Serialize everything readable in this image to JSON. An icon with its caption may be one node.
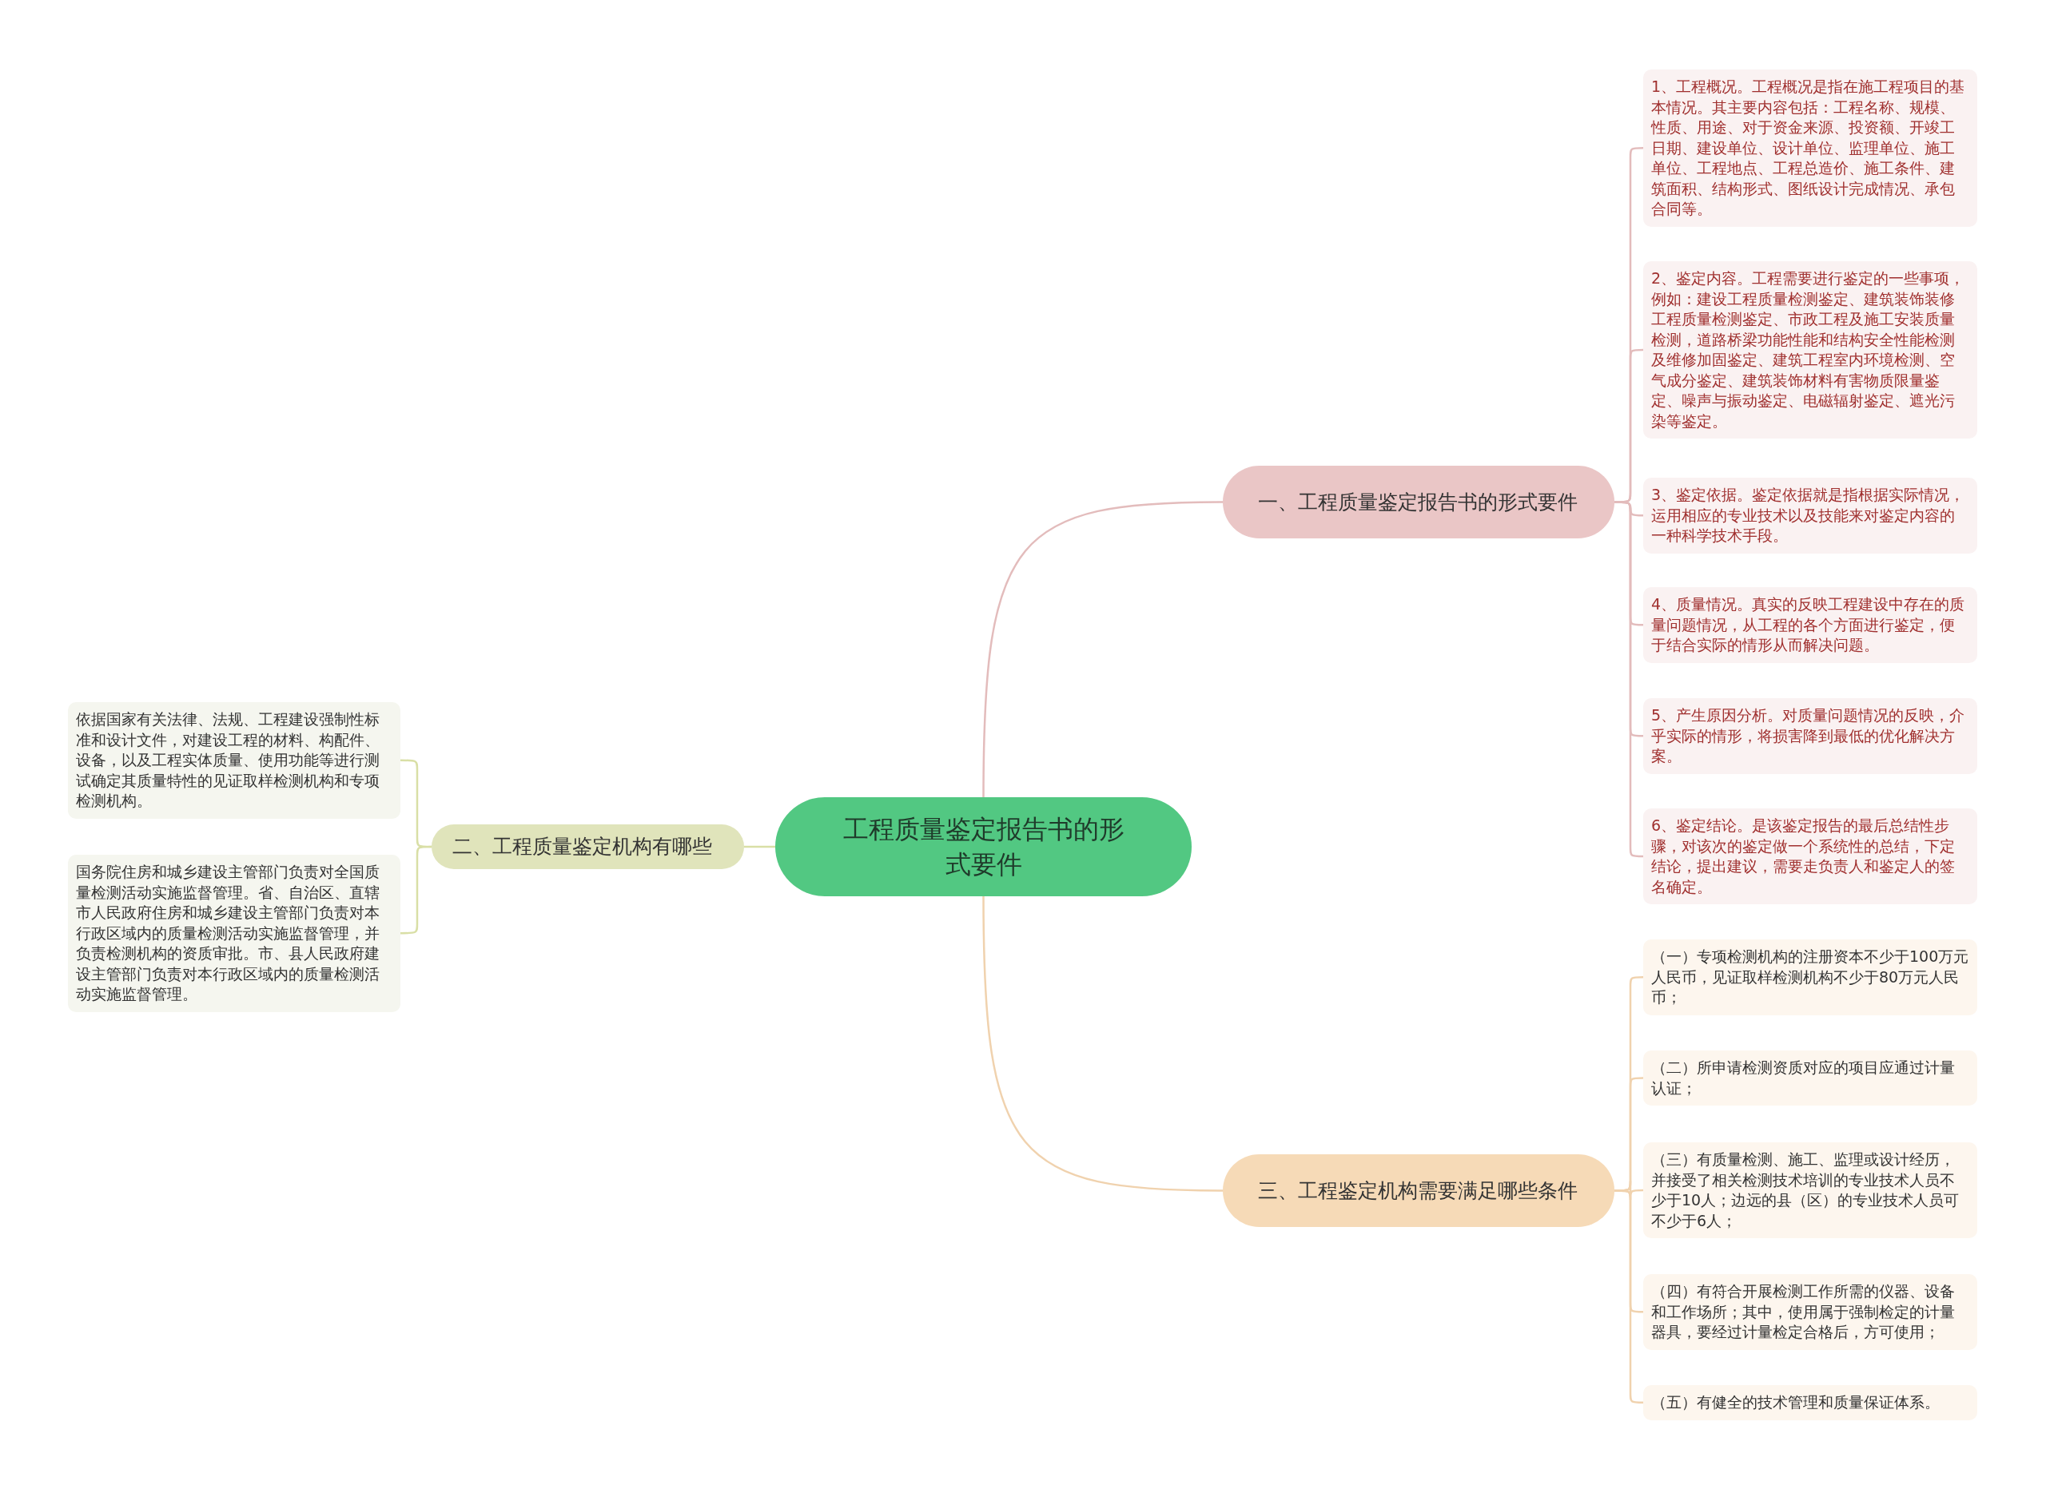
{
  "diagram": {
    "nodes": [
      {
        "text": [
          "工程质量鉴定报告书的形式要件"
        ]
      },
      {
        "text": [
          "一、工程质量鉴定报告书的形式要件"
        ]
      },
      {
        "text": [
          "1、工程概况。工程概况是指在施工程项目的基本情况。其主要内容包括：工程名称、规模、性质、用途、对于资金来源、投资额、开竣工日期、建设单位、设计单位、监理单位、施工单位、工程地点、工程总造价、施工条件、建筑面积、结构形式、图纸设计完成情况、承包合同等。"
        ]
      },
      {
        "text": [
          "2、鉴定内容。工程需要进行鉴定的一些事项，例如：建设工程质量检测鉴定、建筑装饰装修工程质量检测鉴定、市政工程及施工安装质量检测，道路桥梁功能性能和结构安全性能检测及维修加固鉴定、建筑工程室内环境检测、空气成分鉴定、建筑装饰材料有害物质限量鉴定、噪声与振动鉴定、电磁辐射鉴定、遮光污染等鉴定。"
        ]
      },
      {
        "text": [
          "3、鉴定依据。鉴定依据就是指根据实际情况，运用相应的专业技术以及技能来对鉴定内容的一种科学技术手段。"
        ]
      },
      {
        "text": [
          "4、质量情况。真实的反映工程建设中存在的质量问题情况，从工程的各个方面进行鉴定，便于结合实际的情形从而解决问题。"
        ]
      },
      {
        "text": [
          "5、产生原因分析。对质量问题情况的反映，介乎实际的情形，将损害降到最低的优化解决方案。"
        ]
      },
      {
        "text": [
          "6、鉴定结论。是该鉴定报告的最后总结性步骤，对该次的鉴定做一个系统性的总结，下定结论，提出建议，需要走负责人和鉴定人的签名确定。"
        ]
      },
      {
        "text": [
          "二、工程质量鉴定机构有哪些"
        ]
      },
      {
        "text": [
          "依据国家有关法律、法规、工程建设强制性标准和设计文件，对建设工程的材料、构配件、设备，以及工程实体质量、使用功能等进行测试确定其质量特性的见证取样检测机构和专项检测机构。"
        ]
      },
      {
        "text": [
          "国务院住房和城乡建设主管部门负责对全国质量检测活动实施监督管理。省、自治区、直辖市人民政府住房和城乡建设主管部门负责对本行政区域内的质量检测活动实施监督管理，并负责检测机构的资质审批。市、县人民政府建设主管部门负责对本行政区域内的质量检测活动实施监督管理。"
        ]
      },
      {
        "text": [
          "三、工程鉴定机构需要满足哪些条件"
        ]
      },
      {
        "text": [
          "（一）专项检测机构的注册资本不少于100万元人民币，见证取样检测机构不少于80万元人民币；"
        ]
      },
      {
        "text": [
          "（二）所申请检测资质对应的项目应通过计量认证；"
        ]
      },
      {
        "text": [
          "（三）有质量检测、施工、监理或设计经历，并接受了相关检测技术培训的专业技术人员不少于10人；边远的县（区）的专业技术人员可不少于6人；"
        ]
      },
      {
        "text": [
          "（四）有符合开展检测工作所需的仪器、设备和工作场所；其中，使用属于强制检定的计量器具，要经过计量检定合格后，方可使用；"
        ]
      },
      {
        "text": [
          "（五）有健全的技术管理和质量保证体系。"
        ]
      }
    ],
    "edges": [
      {
        "from": 0,
        "to": 1,
        "arrow": "none"
      },
      {
        "from": 1,
        "to": 2,
        "arrow": "none"
      },
      {
        "from": 1,
        "to": 3,
        "arrow": "none"
      },
      {
        "from": 1,
        "to": 4,
        "arrow": "none"
      },
      {
        "from": 1,
        "to": 5,
        "arrow": "none"
      },
      {
        "from": 1,
        "to": 6,
        "arrow": "none"
      },
      {
        "from": 1,
        "to": 7,
        "arrow": "none"
      },
      {
        "from": 0,
        "to": 8,
        "arrow": "none",
        "color": "#d9dfa6"
      },
      {
        "from": 8,
        "to": 9,
        "arrow": "none",
        "color": "#d9dfa6"
      },
      {
        "from": 8,
        "to": 10,
        "arrow": "none",
        "color": "#d9dfa6"
      },
      {
        "from": 0,
        "to": 11,
        "arrow": "none",
        "color": "#f0d2ae"
      },
      {
        "from": 11,
        "to": 12,
        "arrow": "none",
        "color": "#f0d2ae"
      },
      {
        "from": 11,
        "to": 13,
        "arrow": "none",
        "color": "#f0d2ae"
      },
      {
        "from": 11,
        "to": 14,
        "arrow": "none",
        "color": "#f0d2ae"
      },
      {
        "from": 11,
        "to": 15,
        "arrow": "none",
        "color": "#f0d2ae"
      },
      {
        "from": 11,
        "to": 16,
        "arrow": "none",
        "color": "#f0d2ae"
      }
    ]
  }
}
